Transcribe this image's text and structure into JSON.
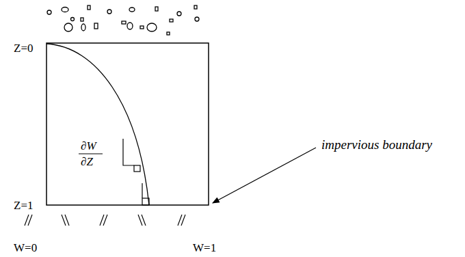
{
  "diagram": {
    "labels": [
      "Z=0",
      "Z=1",
      "W=0",
      "W=1",
      "∂W",
      "∂Z",
      "impervious boundary"
    ]
  }
}
